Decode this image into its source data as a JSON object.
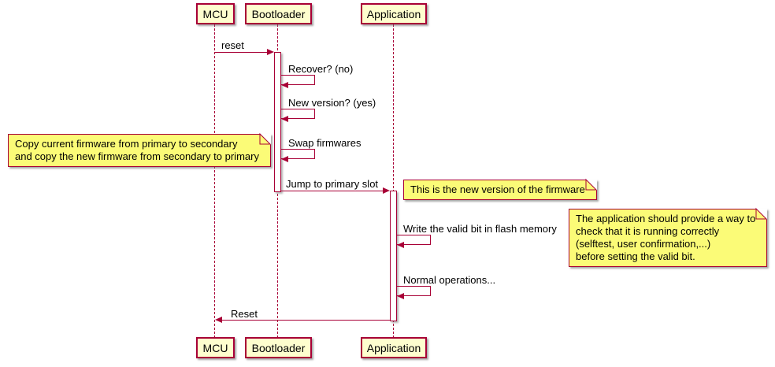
{
  "diagram": {
    "participants": {
      "mcu": "MCU",
      "bootloader": "Bootloader",
      "application": "Application"
    },
    "messages": {
      "reset": "reset",
      "recover": "Recover? (no)",
      "new_version": "New version? (yes)",
      "swap": "Swap firmwares",
      "jump": "Jump to primary slot",
      "write_valid_bit": "Write the valid bit in flash memory",
      "normal_ops": "Normal operations...",
      "reset_back": "Reset"
    },
    "notes": {
      "copy_firmware": "Copy current firmware from primary to secondary\nand copy the new firmware from secondary to primary",
      "new_firmware": "This is the new version of the firmware",
      "valid_bit": "The application should provide a way to\ncheck that it is running correctly\n(selftest, user confirmation,...)\nbefore setting the valid bit."
    },
    "colors": {
      "border": "#A80036",
      "participant_fill": "#FEFECE",
      "note_fill": "#FBFB77"
    }
  }
}
